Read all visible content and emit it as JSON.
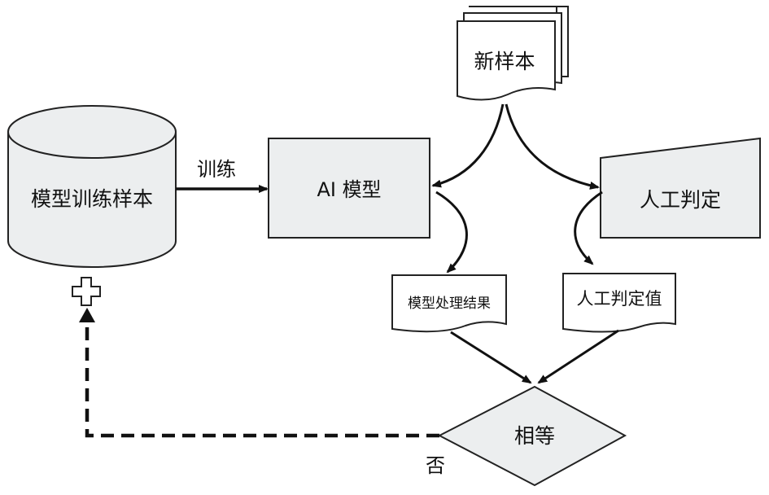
{
  "nodes": {
    "database": "模型训练样本",
    "ai_model": "AI 模型",
    "new_samples": "新样本",
    "manual_judgment": "人工判定",
    "model_result": "模型处理结果",
    "manual_value": "人工判定值",
    "compare": "相等"
  },
  "edges": {
    "train": "训练",
    "no": "否"
  },
  "colors": {
    "shape_fill": "#eceeef",
    "stroke": "#222222"
  }
}
